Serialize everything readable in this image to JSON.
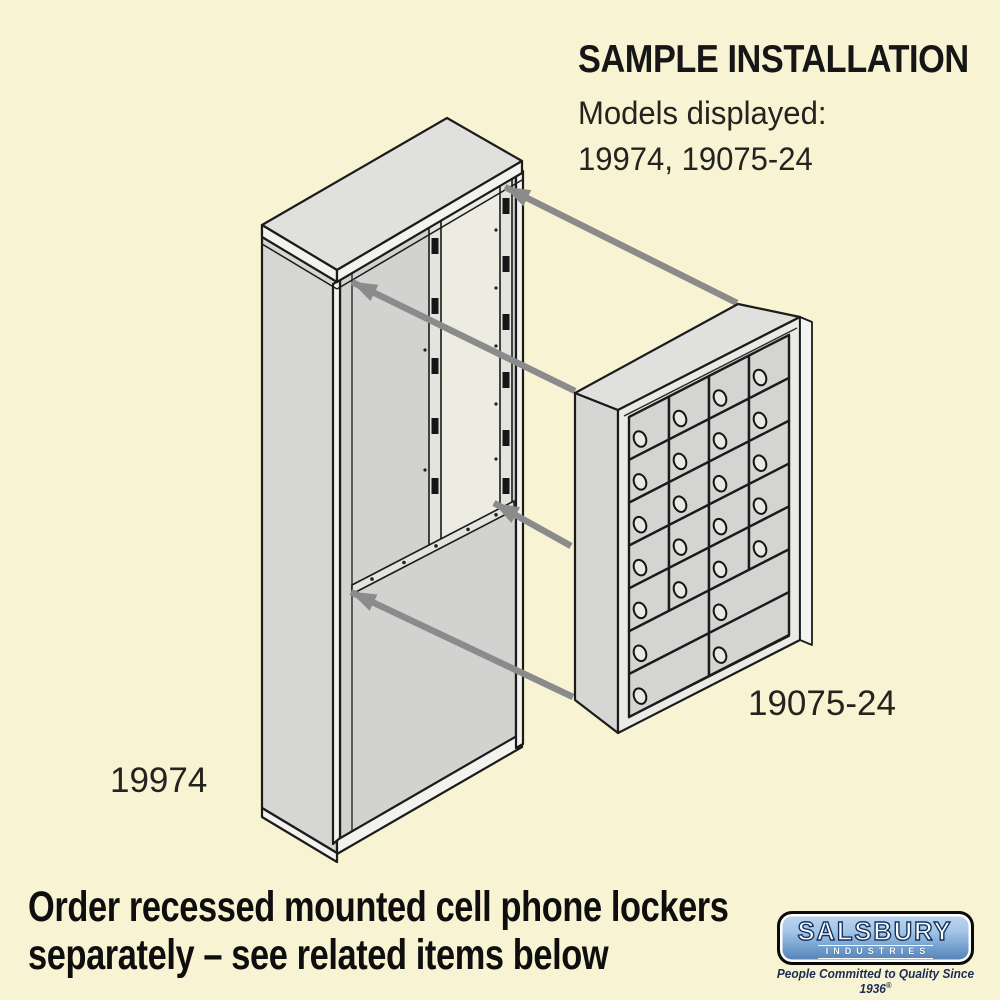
{
  "header": {
    "title": "SAMPLE INSTALLATION",
    "models_label": "Models displayed:",
    "models_value": "19974, 19075-24"
  },
  "diagram": {
    "enclosure_model": "19974",
    "locker_model": "19075-24",
    "arrow_count": 4,
    "locker_door_count": 24,
    "door_grid": {
      "columns": 4,
      "single_door_rows": 5,
      "double_wide_rows": 2
    }
  },
  "footer": {
    "note_line1": "Order recessed mounted cell phone lockers",
    "note_line2": "separately – see related items below"
  },
  "logo": {
    "brand": "SALSBURY",
    "division": "INDUSTRIES",
    "tagline": "People Committed to Quality Since 1936",
    "registered": "®"
  },
  "colors": {
    "background": "#F8F4D3",
    "line": "#1B1B1B",
    "arrow": "#8B8B8B",
    "logo_navy": "#11305F",
    "logo_blue": "#527FB4"
  }
}
